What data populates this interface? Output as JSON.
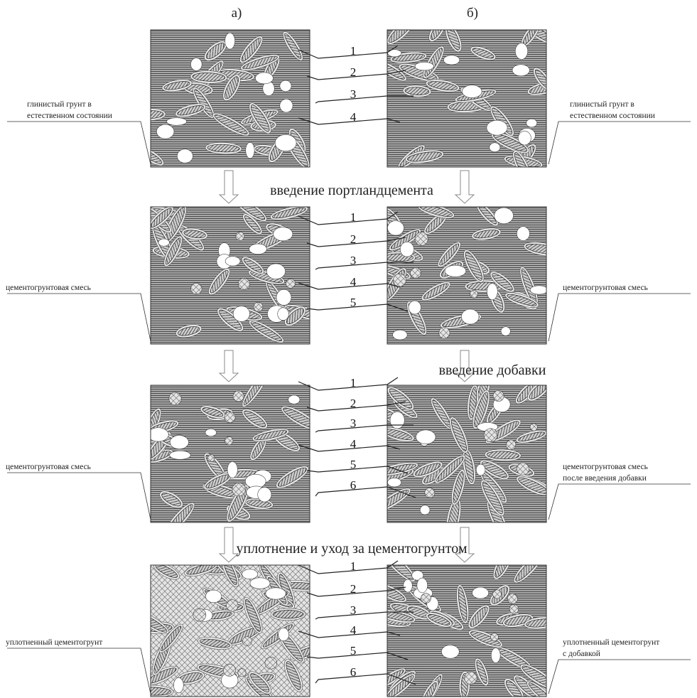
{
  "columns": {
    "a": "а)",
    "b": "б)"
  },
  "stages": {
    "s1": "введение портландцемента",
    "s2": "введение добавки",
    "s3": "уплотнение и уход за цементогрунтом"
  },
  "rows": [
    {
      "left_label": [
        "глинистый грунт в",
        "естественном состоянии"
      ],
      "right_label": [
        "глинистый грунт в",
        "естественном состоянии"
      ],
      "numbers": [
        "1",
        "2",
        "3",
        "4"
      ]
    },
    {
      "left_label": [
        "цементогрунтовая смесь"
      ],
      "right_label": [
        "цементогрунтовая смесь"
      ],
      "numbers": [
        "1",
        "2",
        "3",
        "4",
        "5"
      ]
    },
    {
      "left_label": [
        "цементогрунтовая смесь"
      ],
      "right_label": [
        "цементогрунтовая смесь",
        "после введения добавки"
      ],
      "numbers": [
        "1",
        "2",
        "3",
        "4",
        "5",
        "6"
      ]
    },
    {
      "left_label": [
        "уплотненный цементогрунт"
      ],
      "right_label": [
        "уплотненный цементогрунт",
        "с добавкой"
      ],
      "numbers": [
        "1",
        "2",
        "3",
        "4",
        "5",
        "6"
      ]
    }
  ],
  "colors": {
    "matrix": "#9a9a9a",
    "cement": "#e2e2e2",
    "line": "#222222"
  }
}
